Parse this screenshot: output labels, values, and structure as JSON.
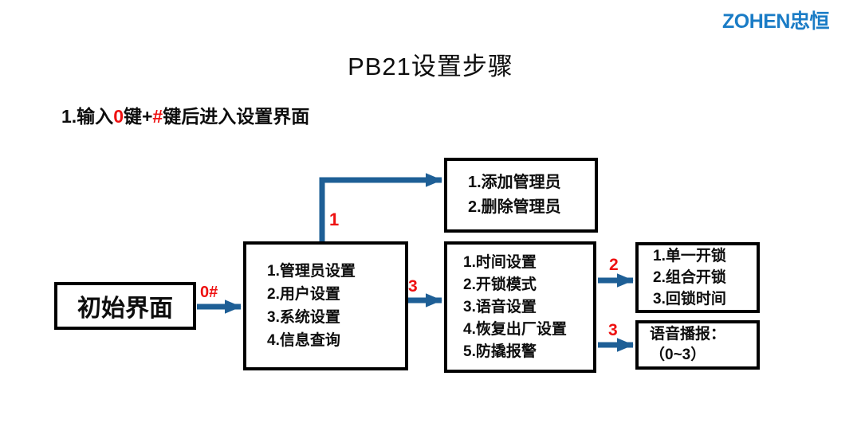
{
  "colors": {
    "logo-blue": "#1a7cc6",
    "arrow-blue": "#1e5f96",
    "label-red": "#ee1111",
    "text-black": "#0d0d0d",
    "border-black": "#000000"
  },
  "logo": {
    "text": "ZOHEN忠恒"
  },
  "title": {
    "text": "PB21设置步骤"
  },
  "instruction": {
    "seg1": "1.输入",
    "key1": "0",
    "seg2": "键+",
    "key2": "#",
    "seg3": "键后进入设置界面"
  },
  "flowchart": {
    "boxes": {
      "initial": {
        "lines": [
          "初始界面"
        ]
      },
      "main_menu": {
        "lines": [
          "1.管理员设置",
          "2.用户设置",
          "3.系统设置",
          "4.信息查询"
        ]
      },
      "admin": {
        "lines": [
          "1.添加管理员",
          "2.删除管理员"
        ]
      },
      "system": {
        "lines": [
          "1.时间设置",
          "2.开锁模式",
          "3.语音设置",
          "4.恢复出厂设置",
          "5.防撬报警"
        ]
      },
      "unlock": {
        "lines": [
          "1.单一开锁",
          "2.组合开锁",
          "3.回锁时间"
        ]
      },
      "voice": {
        "lines": [
          "语音播报：",
          "（0~3）"
        ]
      }
    },
    "edge_labels": {
      "to_main": "0#",
      "to_admin": "1",
      "to_system": "3",
      "to_unlock": "2",
      "to_voice": "3"
    }
  }
}
